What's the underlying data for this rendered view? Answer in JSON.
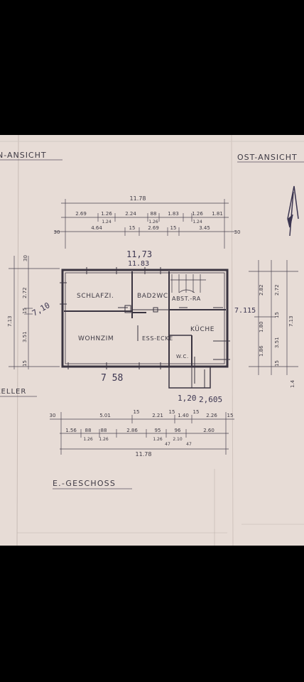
{
  "headings": {
    "left_view": "N-ANSICHT",
    "right_view": "OST-ANSICHT",
    "left_side_label": "KELLER",
    "floor_title": "E.-GESCHOSS"
  },
  "rooms": {
    "schlafzi": "SCHLAFZI.",
    "badwc": "BAD2WC",
    "abstr": "ABST.-RA",
    "wohnzim": "WOHNZIM",
    "esseck": "ESS-ECKE",
    "kueche": "KÜCHE",
    "wc": "W.C."
  },
  "top_dims": {
    "overall": "11.78",
    "row1": [
      "2.69",
      "1.26",
      "2.24",
      "88",
      "1.83",
      "1.26",
      "1.81"
    ],
    "row1_sub": [
      "1.24",
      "1.26",
      "1.24"
    ],
    "row2_outer_left": "30",
    "row2": [
      "4.64",
      "15",
      "2.69",
      "15",
      "3.45"
    ],
    "row2_outer_right": "30"
  },
  "handwritten": {
    "overall_top": "11,73",
    "overall_top_2": "11.83",
    "height_left": "7,10",
    "width_bottom": "7 58",
    "right_height": "7.115",
    "bottom_note_1": "1,20",
    "bottom_note_2": "2,605"
  },
  "left_vert_dims": [
    "30",
    "2.72",
    "15",
    "3.51",
    "15",
    "7.13"
  ],
  "right_vert_dims": [
    "2.82",
    "2.72",
    "1.80",
    "15",
    "1.86",
    "3.51",
    "7.13",
    "15",
    "1.4"
  ],
  "bottom_dims": {
    "row1_left": "30",
    "row1": [
      "5.01",
      "15",
      "2.21",
      "15",
      "1.40",
      "15",
      "2.26"
    ],
    "row1_right": "15",
    "row2": [
      "1.56",
      "88",
      "88",
      "2.86",
      "95",
      "96",
      "2.60"
    ],
    "row2_sub": [
      "1.26",
      "1.26",
      "1.26",
      "2.10",
      "47",
      "47"
    ],
    "overall": "11.78"
  }
}
